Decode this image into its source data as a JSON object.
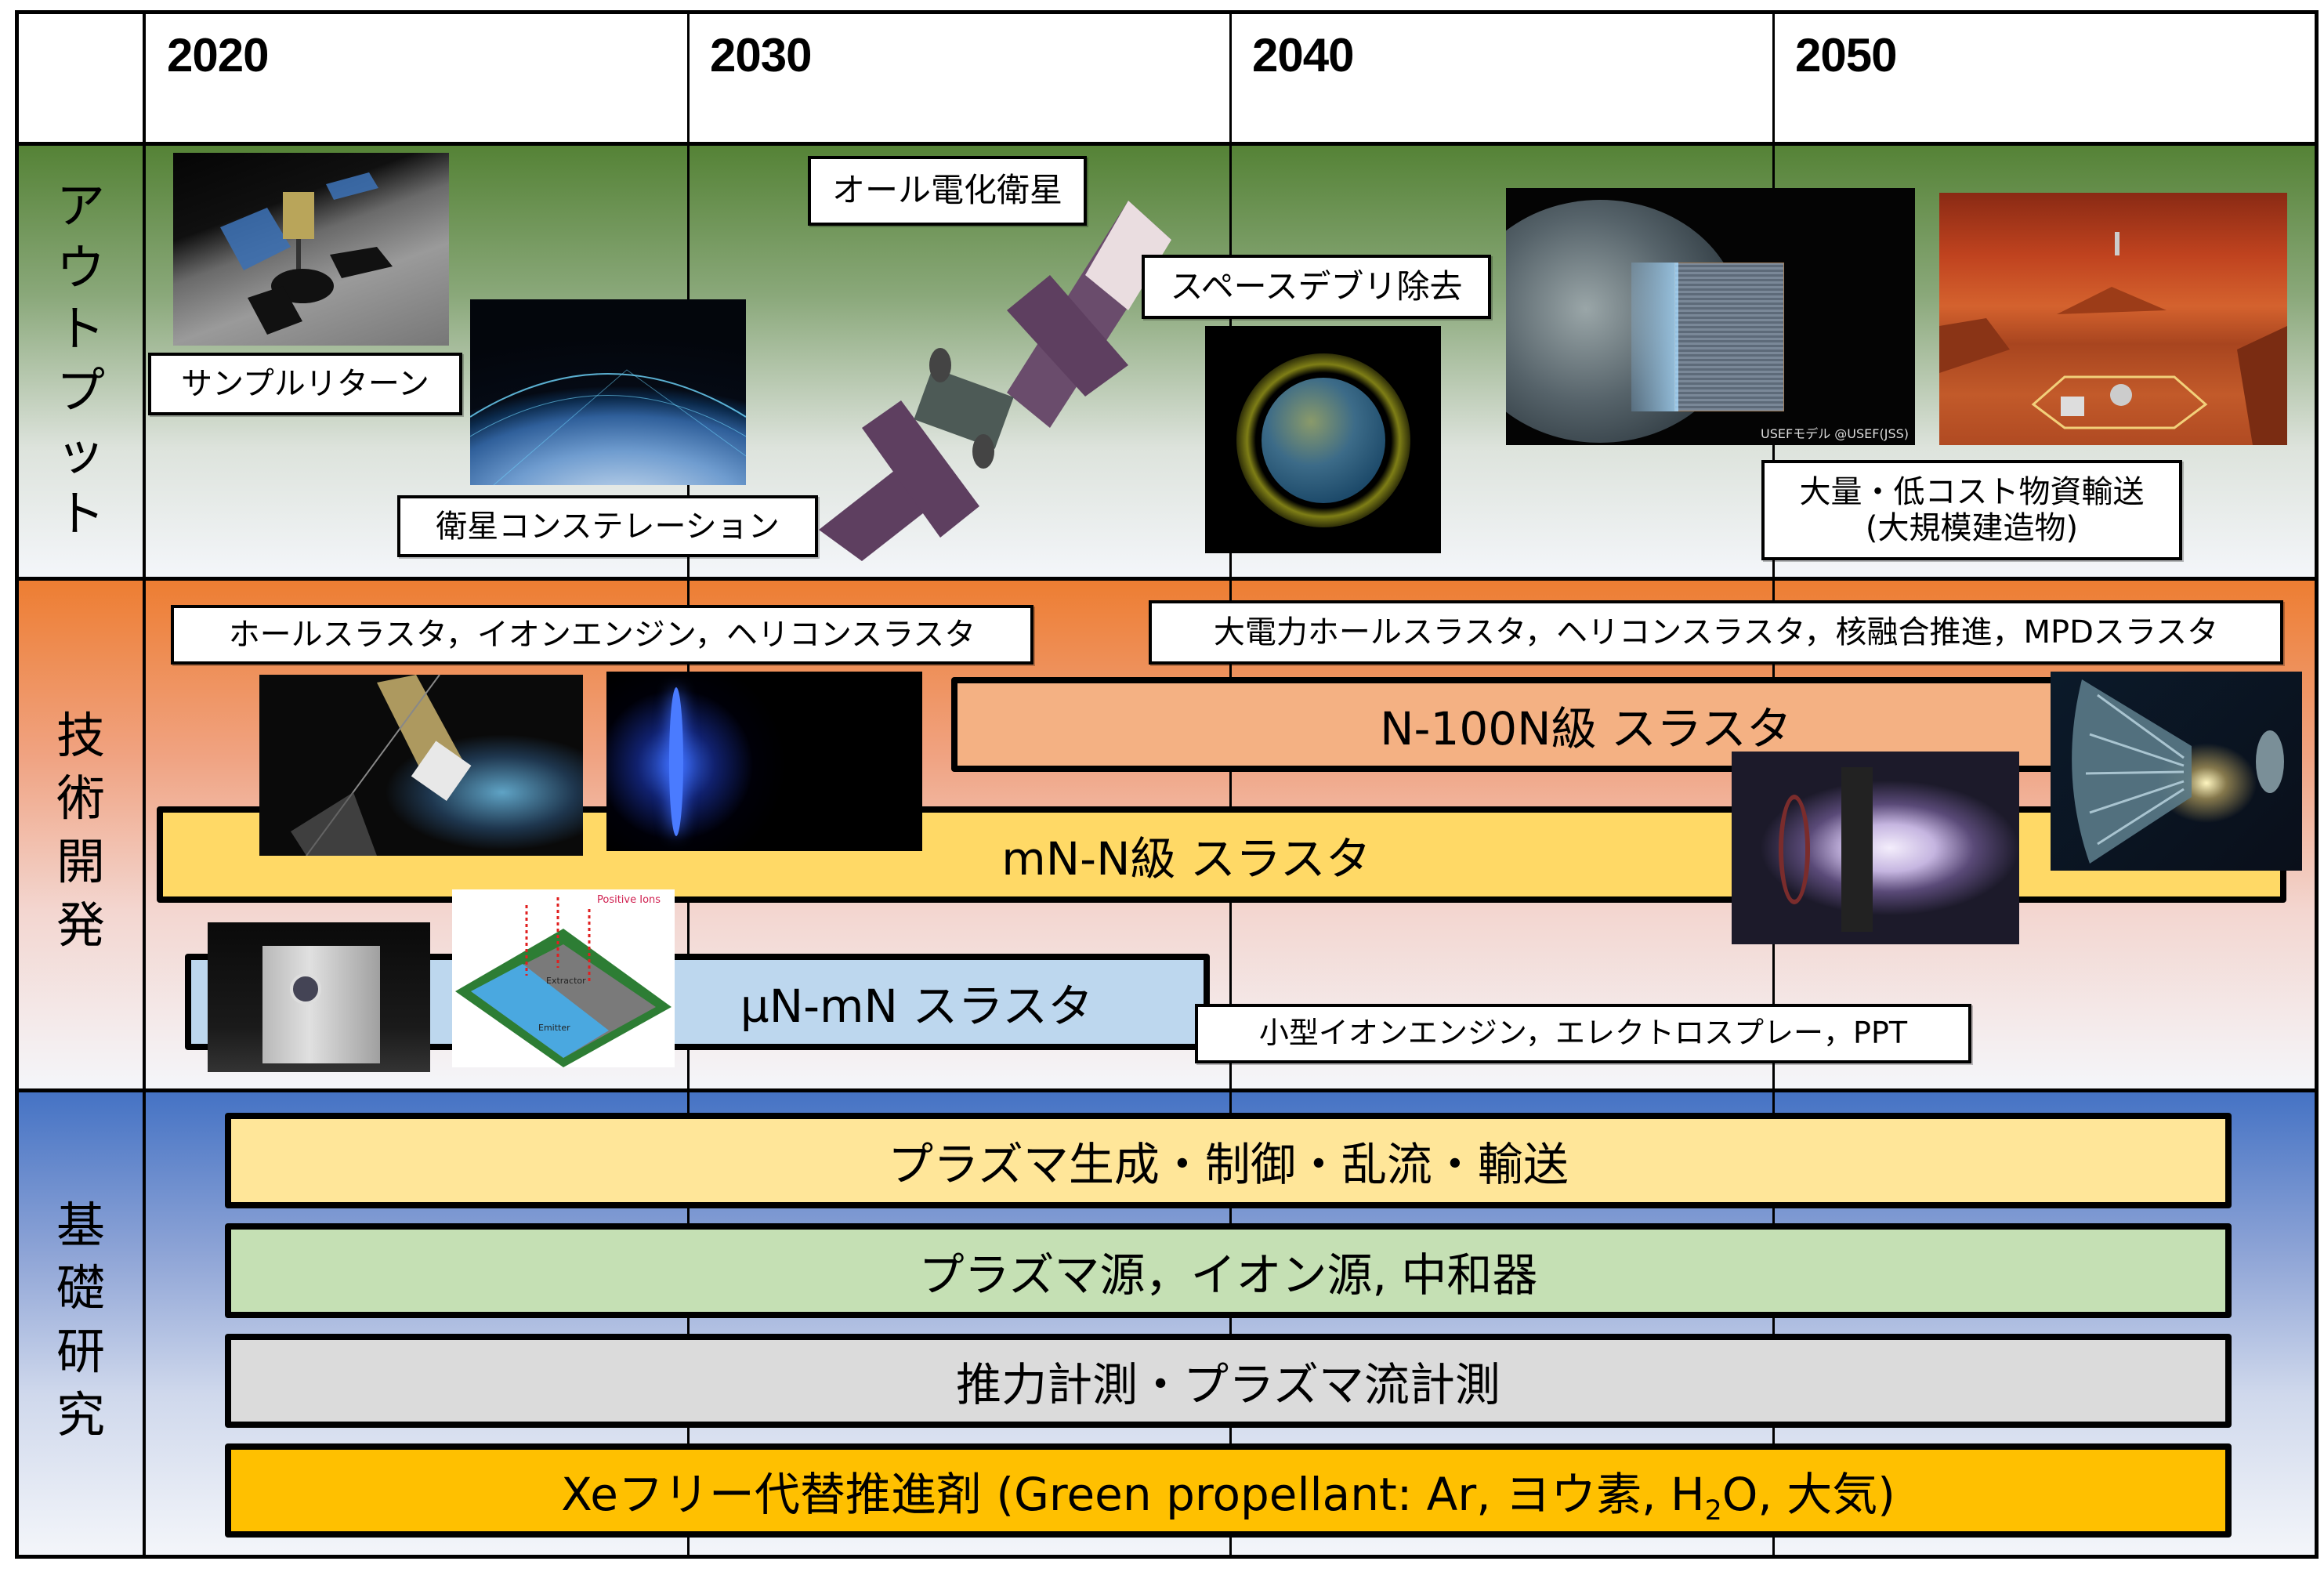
{
  "header": {
    "years": [
      "2020",
      "2030",
      "2040",
      "2050"
    ]
  },
  "sections": {
    "output": {
      "label": [
        "ア",
        "ウ",
        "ト",
        "プ",
        "ッ",
        "ト"
      ],
      "color_top": "#548235",
      "items": {
        "sample_return": {
          "label": "サンプルリターン",
          "image": "hayabusa2-asteroid-touchdown-image"
        },
        "constellation": {
          "label": "衛星コンステレーション",
          "image": "earth-satellite-network-image"
        },
        "all_electric": {
          "label": "オール電化衛星",
          "image": "all-electric-satellite-image"
        },
        "debris": {
          "label": "スペースデブリ除去",
          "image": "earth-space-debris-image"
        },
        "space_solar": {
          "image": "space-solar-power-satellite-image",
          "caption": "USEFモデル @USEF(JSS)"
        },
        "mars_base": {
          "image": "mars-base-image"
        },
        "mass_transport": {
          "label_line1": "大量・低コスト物資輸送",
          "label_line2": "(大規模建造物)"
        }
      }
    },
    "tech": {
      "label": [
        "技",
        "術",
        "開",
        "発"
      ],
      "color_top": "#ed7d31",
      "tags": {
        "current": "ホールスラスタ，イオンエンジン，ヘリコンスラスタ",
        "future": "大電力ホールスラスタ，ヘリコンスラスタ，核融合推進，MPDスラスタ",
        "small": "小型イオンエンジン，エレクトロスプレー，PPT"
      },
      "bars": [
        {
          "id": "n-100n",
          "label": "N-100N級 スラスタ",
          "color": "#f4b183"
        },
        {
          "id": "mn-n",
          "label": "mN-N級 スラスタ",
          "color": "#ffd966"
        },
        {
          "id": "un-mn",
          "label": "µN-mN スラスタ",
          "color": "#bdd7ee"
        }
      ],
      "images": {
        "hayabusa_thruster": "hayabusa-ion-engine-spacecraft-image",
        "blue_plasma": "hall-thruster-blue-plasma-image",
        "helicon_plasma": "helicon-thruster-plasma-image",
        "fusion_ship": "fusion-propulsion-spacecraft-image",
        "cube_thruster": "micro-ion-thruster-cube-image",
        "electrospray": {
          "image": "electrospray-diagram-image",
          "labels": [
            "Positive Ions",
            "Extractor",
            "Emitter"
          ]
        }
      }
    },
    "basic": {
      "label": [
        "基",
        "礎",
        "研",
        "究"
      ],
      "color_top": "#4472c4",
      "bars": [
        {
          "label": "プラズマ生成・制御・乱流・輸送",
          "color": "#ffe699"
        },
        {
          "label": "プラズマ源，イオン源, 中和器",
          "color": "#c5e0b4"
        },
        {
          "label": "推力計測・プラズマ流計測",
          "color": "#dbdbdb"
        },
        {
          "label_pre": "Xeフリー代替推進剤 (Green propellant: Ar, ヨウ素, H",
          "label_sub": "2",
          "label_post": "O, 大気)",
          "color": "#ffc000"
        }
      ]
    }
  }
}
